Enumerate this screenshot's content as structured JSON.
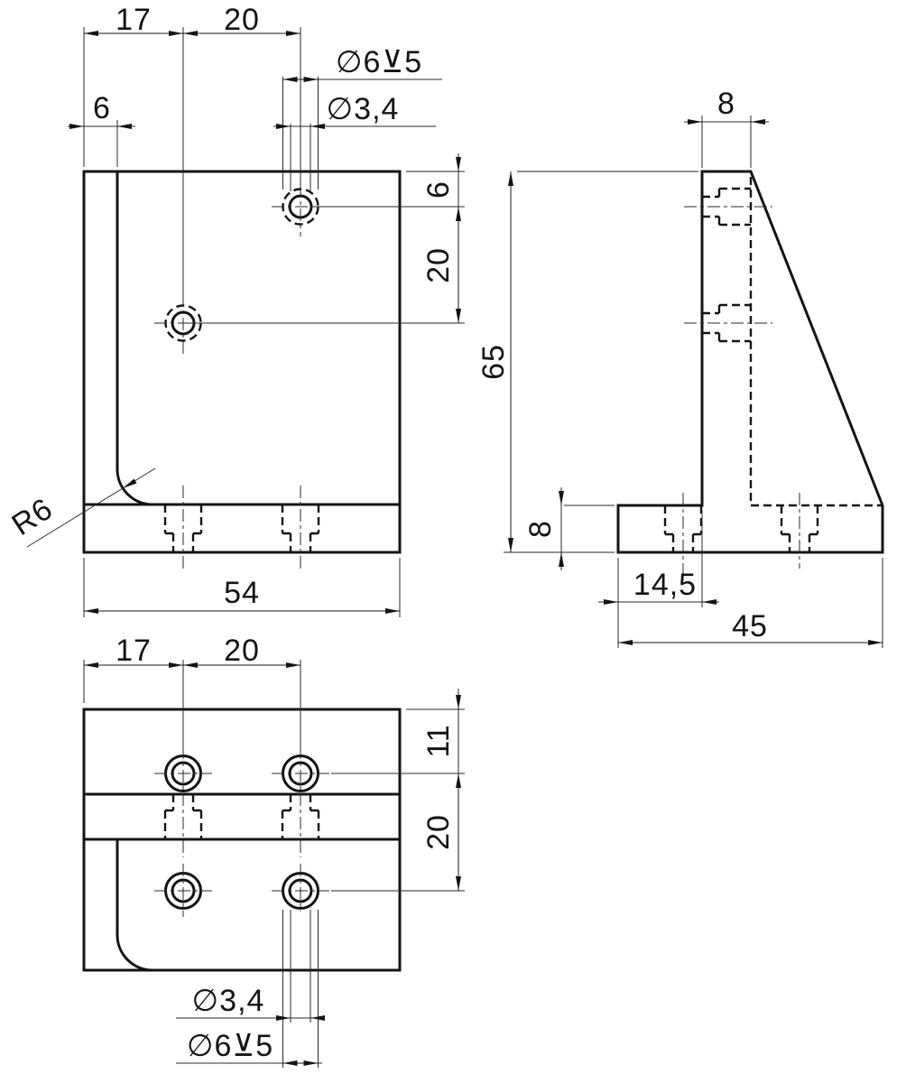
{
  "front_view": {
    "dim_17": "17",
    "dim_20_top": "20",
    "dim_6_left": "6",
    "counterbore_callout": "∅6⊻5",
    "hole_callout": "∅3,4",
    "dim_6_right": "6",
    "dim_20_right": "20",
    "dim_54": "54",
    "radius_callout": "R6"
  },
  "side_view": {
    "dim_8_top": "8",
    "dim_65": "65",
    "dim_8_bottom": "8",
    "dim_14_5": "14,5",
    "dim_45": "45"
  },
  "bottom_view": {
    "dim_17": "17",
    "dim_20_top": "20",
    "dim_11": "11",
    "dim_20_right": "20",
    "hole_callout": "∅3,4",
    "counterbore_callout": "∅6⊻5"
  },
  "colors": {
    "line": "#141414",
    "background": "#ffffff"
  }
}
